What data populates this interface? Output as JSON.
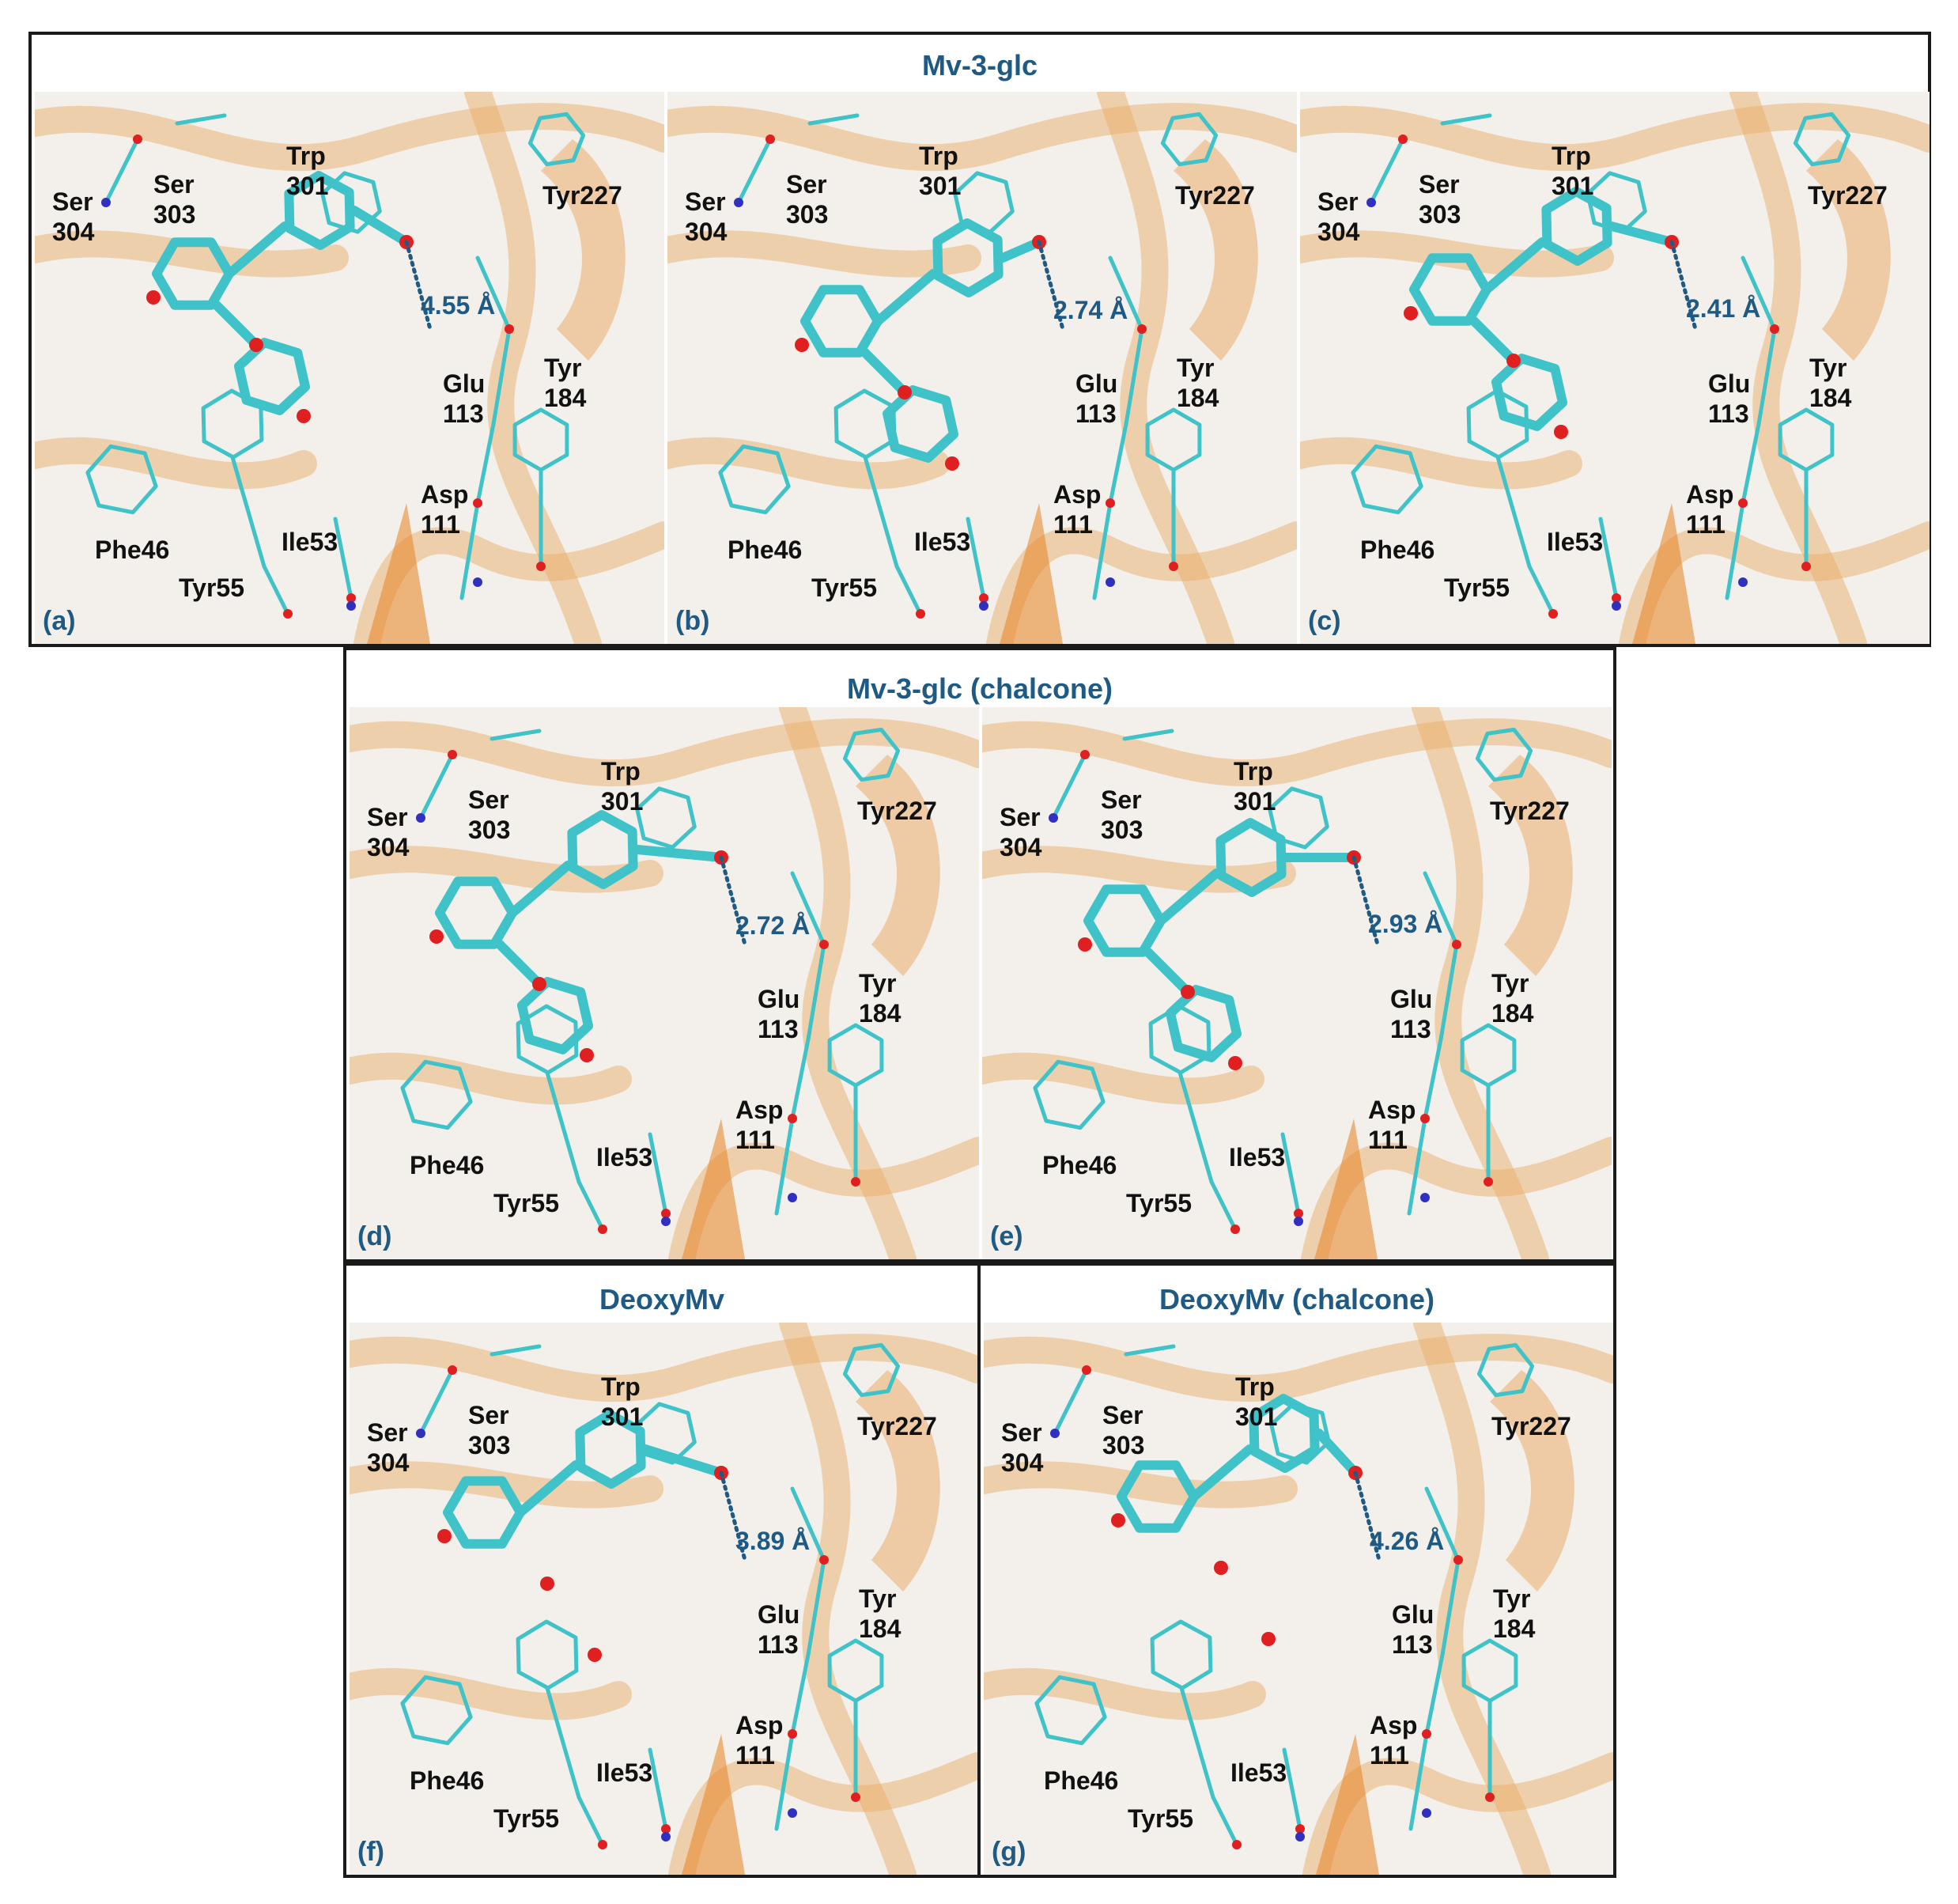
{
  "titles": {
    "row1": "Mv-3-glc",
    "row2": "Mv-3-glc (chalcone)",
    "row3_left": "DeoxyMv",
    "row3_right": "DeoxyMv (chalcone)"
  },
  "residues": {
    "ser304": [
      "Ser",
      "304"
    ],
    "ser303": [
      "Ser",
      "303"
    ],
    "trp301": [
      "Trp",
      "301"
    ],
    "tyr227": "Tyr227",
    "glu113": [
      "Glu",
      "113"
    ],
    "tyr184": [
      "Tyr",
      "184"
    ],
    "asp111": [
      "Asp",
      "111"
    ],
    "phe46": "Phe46",
    "ile53": "Ile53",
    "tyr55": "Tyr55"
  },
  "panels": [
    {
      "letter": "(a)",
      "distance": "4.55 Å"
    },
    {
      "letter": "(b)",
      "distance": "2.74 Å"
    },
    {
      "letter": "(c)",
      "distance": "2.41 Å"
    },
    {
      "letter": "(d)",
      "distance": "2.72 Å"
    },
    {
      "letter": "(e)",
      "distance": "2.93 Å"
    },
    {
      "letter": "(f)",
      "distance": "3.89 Å"
    },
    {
      "letter": "(g)",
      "distance": "4.26 Å"
    }
  ],
  "colors": {
    "title_blue": "#1f5a84",
    "ribbon_orange": "#e9a860",
    "stick_cyan": "#3fc3c8",
    "oxygen_red": "#e02020",
    "nitrogen_blue": "#3030c0",
    "frame": "#1a1a1a"
  }
}
